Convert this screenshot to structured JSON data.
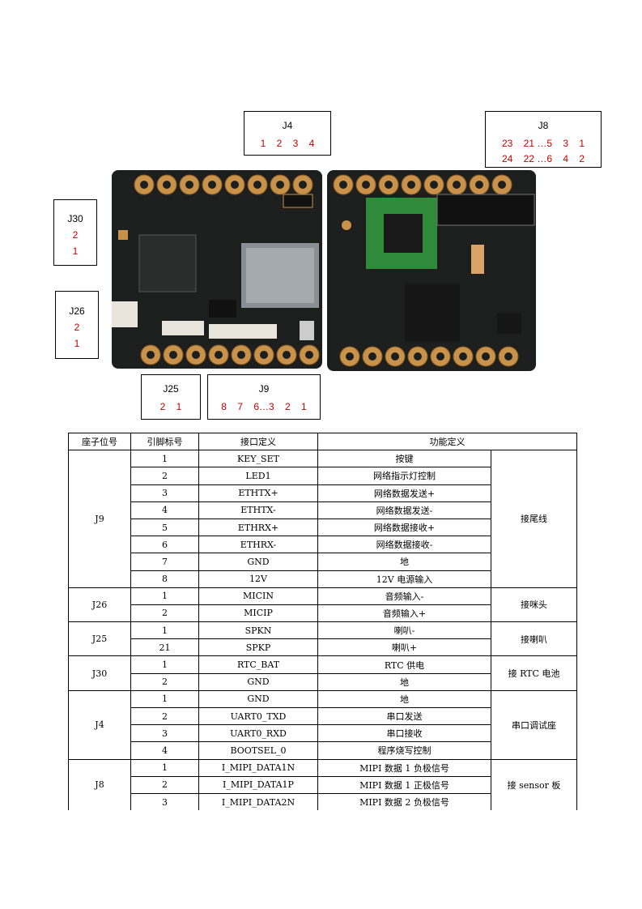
{
  "callouts": {
    "j4": {
      "title": "J4",
      "lines": [
        "1    2    3    4"
      ]
    },
    "j8": {
      "title": "J8",
      "lines": [
        "23    21 …5    3    1",
        "24    22 …6    4    2"
      ]
    },
    "j30": {
      "title": "J30",
      "lines": [
        "2",
        "1"
      ]
    },
    "j26": {
      "title": "J26",
      "lines": [
        "2",
        "1"
      ]
    },
    "j25": {
      "title": "J25",
      "lines": [
        "2    1"
      ]
    },
    "j9": {
      "title": "J9",
      "lines": [
        "8    7    6…3    2    1"
      ]
    }
  },
  "colors": {
    "label_red": "#c00000",
    "pcb": "#1d1f1e",
    "gold_pad": "#c8924a"
  },
  "table": {
    "headers": [
      "座子位号",
      "引脚标号",
      "接口定义",
      "功能定义"
    ],
    "groups": [
      {
        "connector": "J9",
        "function": "接尾线",
        "rows": [
          {
            "pin": "1",
            "signal": "KEY_SET",
            "desc": "按键"
          },
          {
            "pin": "2",
            "signal": "LED1",
            "desc": "网络指示灯控制"
          },
          {
            "pin": "3",
            "signal": "ETHTX+",
            "desc": "网络数据发送+"
          },
          {
            "pin": "4",
            "signal": "ETHTX-",
            "desc": "网络数据发送-"
          },
          {
            "pin": "5",
            "signal": "ETHRX+",
            "desc": "网络数据接收+"
          },
          {
            "pin": "6",
            "signal": "ETHRX-",
            "desc": "网络数据接收-"
          },
          {
            "pin": "7",
            "signal": "GND",
            "desc": "地"
          },
          {
            "pin": "8",
            "signal": "12V",
            "desc": "12V 电源输入"
          }
        ]
      },
      {
        "connector": "J26",
        "function": "接咪头",
        "rows": [
          {
            "pin": "1",
            "signal": "MICIN",
            "desc": "音频输入-"
          },
          {
            "pin": "2",
            "signal": "MICIP",
            "desc": "音频输入+"
          }
        ]
      },
      {
        "connector": "J25",
        "function": "接喇叭",
        "rows": [
          {
            "pin": "1",
            "signal": "SPKN",
            "desc": "喇叭-"
          },
          {
            "pin": "21",
            "signal": "SPKP",
            "desc": "喇叭+"
          }
        ]
      },
      {
        "connector": "J30",
        "function": "接 RTC 电池",
        "rows": [
          {
            "pin": "1",
            "signal": "RTC_BAT",
            "desc": "RTC 供电"
          },
          {
            "pin": "2",
            "signal": "GND",
            "desc": "地"
          }
        ]
      },
      {
        "connector": "J4",
        "function": "串口调试座",
        "rows": [
          {
            "pin": "1",
            "signal": "GND",
            "desc": "地"
          },
          {
            "pin": "2",
            "signal": "UART0_TXD",
            "desc": "串口发送"
          },
          {
            "pin": "3",
            "signal": "UART0_RXD",
            "desc": "串口接收"
          },
          {
            "pin": "4",
            "signal": "BOOTSEL_0",
            "desc": "程序烧写控制"
          }
        ]
      },
      {
        "connector": "J8",
        "function": "接 sensor 板",
        "rows": [
          {
            "pin": "1",
            "signal": "I_MIPI_DATA1N",
            "desc": "MIPI 数据 1 负极信号"
          },
          {
            "pin": "2",
            "signal": "I_MIPI_DATA1P",
            "desc": "MIPI 数据 1 正极信号"
          },
          {
            "pin": "3",
            "signal": "I_MIPI_DATA2N",
            "desc": "MIPI 数据 2 负极信号"
          }
        ]
      }
    ]
  }
}
